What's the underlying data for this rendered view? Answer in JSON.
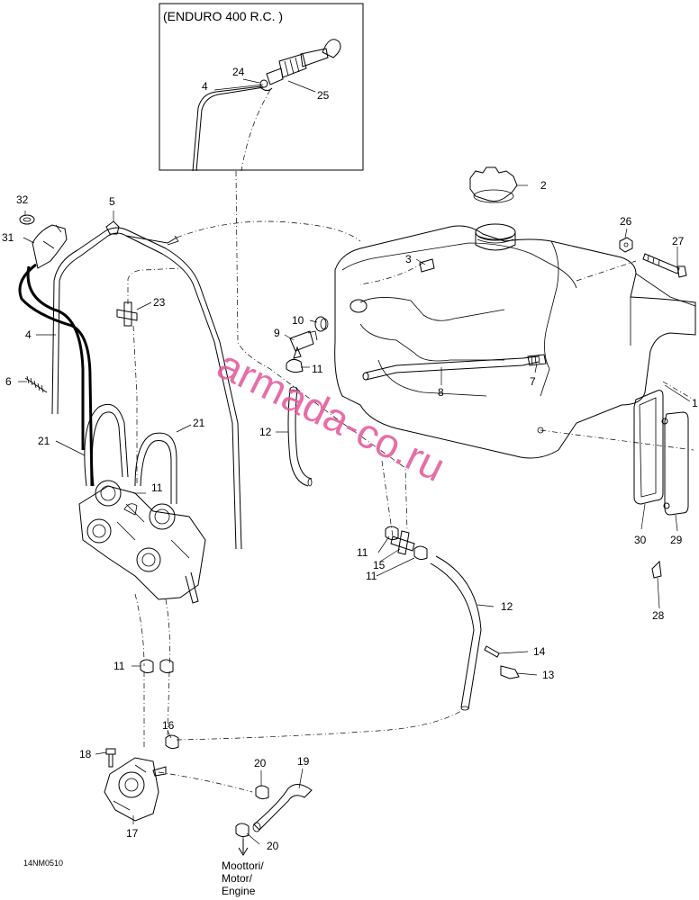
{
  "diagram": {
    "inset_title": "(ENDURO 400 R.C. )",
    "figure_code": "14NM0510",
    "watermark": "armada-co.ru",
    "engine_note": [
      "Moottori/",
      "Motor/",
      "Engine"
    ],
    "callouts": [
      {
        "id": "c1",
        "label": "1"
      },
      {
        "id": "c2",
        "label": "2"
      },
      {
        "id": "c3",
        "label": "3"
      },
      {
        "id": "c4a",
        "label": "4"
      },
      {
        "id": "c4b",
        "label": "4"
      },
      {
        "id": "c5",
        "label": "5"
      },
      {
        "id": "c6",
        "label": "6"
      },
      {
        "id": "c7",
        "label": "7"
      },
      {
        "id": "c8",
        "label": "8"
      },
      {
        "id": "c9",
        "label": "9"
      },
      {
        "id": "c10",
        "label": "10"
      },
      {
        "id": "c11a",
        "label": "11"
      },
      {
        "id": "c11b",
        "label": "11"
      },
      {
        "id": "c11c",
        "label": "11"
      },
      {
        "id": "c11d",
        "label": "11"
      },
      {
        "id": "c11e",
        "label": "11"
      },
      {
        "id": "c12a",
        "label": "12"
      },
      {
        "id": "c12b",
        "label": "12"
      },
      {
        "id": "c13",
        "label": "13"
      },
      {
        "id": "c14",
        "label": "14"
      },
      {
        "id": "c15",
        "label": "15"
      },
      {
        "id": "c16",
        "label": "16"
      },
      {
        "id": "c17",
        "label": "17"
      },
      {
        "id": "c18",
        "label": "18"
      },
      {
        "id": "c19",
        "label": "19"
      },
      {
        "id": "c20a",
        "label": "20"
      },
      {
        "id": "c20b",
        "label": "20"
      },
      {
        "id": "c21a",
        "label": "21"
      },
      {
        "id": "c21b",
        "label": "21"
      },
      {
        "id": "c23",
        "label": "23"
      },
      {
        "id": "c24",
        "label": "24"
      },
      {
        "id": "c25",
        "label": "25"
      },
      {
        "id": "c26",
        "label": "26"
      },
      {
        "id": "c27",
        "label": "27"
      },
      {
        "id": "c28",
        "label": "28"
      },
      {
        "id": "c29",
        "label": "29"
      },
      {
        "id": "c30",
        "label": "30"
      },
      {
        "id": "c31",
        "label": "31"
      },
      {
        "id": "c32",
        "label": "32"
      }
    ]
  }
}
